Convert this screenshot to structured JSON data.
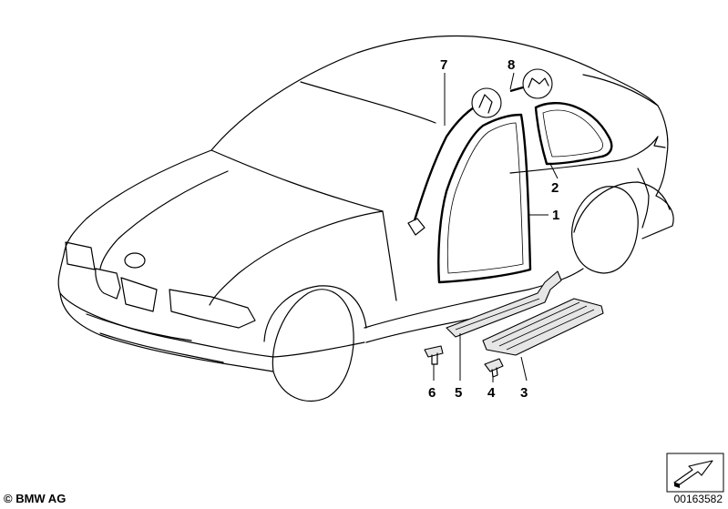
{
  "callouts": [
    {
      "id": "1",
      "text": "1"
    },
    {
      "id": "2",
      "text": "2"
    },
    {
      "id": "3",
      "text": "3"
    },
    {
      "id": "4",
      "text": "4"
    },
    {
      "id": "5",
      "text": "5"
    },
    {
      "id": "6",
      "text": "6"
    },
    {
      "id": "7",
      "text": "7"
    },
    {
      "id": "8",
      "text": "8"
    }
  ],
  "footer": {
    "copyright": "© BMW AG",
    "document_number": "00163582"
  },
  "icons": {
    "brand_logo": "roundel-logo-icon",
    "orientation": "direction-arrow-icon"
  },
  "colors": {
    "line": "#000000",
    "background": "#ffffff",
    "part_fill": "#e6e6e6"
  }
}
